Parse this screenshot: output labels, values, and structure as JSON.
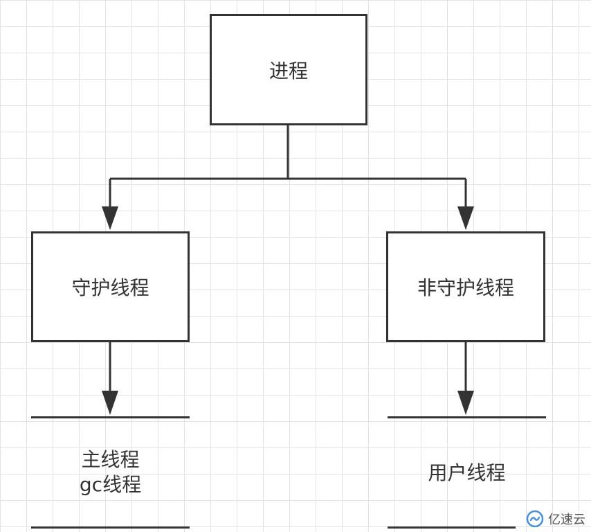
{
  "diagram": {
    "root": {
      "label": "进程"
    },
    "branches": [
      {
        "label": "守护线程",
        "children": [
          "主线程",
          "gc线程"
        ]
      },
      {
        "label": "非守护线程",
        "children": [
          "用户线程"
        ]
      }
    ]
  },
  "watermark": {
    "text": "亿速云",
    "icon": "cloud-logo-icon"
  },
  "colors": {
    "stroke": "#333333",
    "grid": "#e3e3e3",
    "background": "#ffffff"
  }
}
